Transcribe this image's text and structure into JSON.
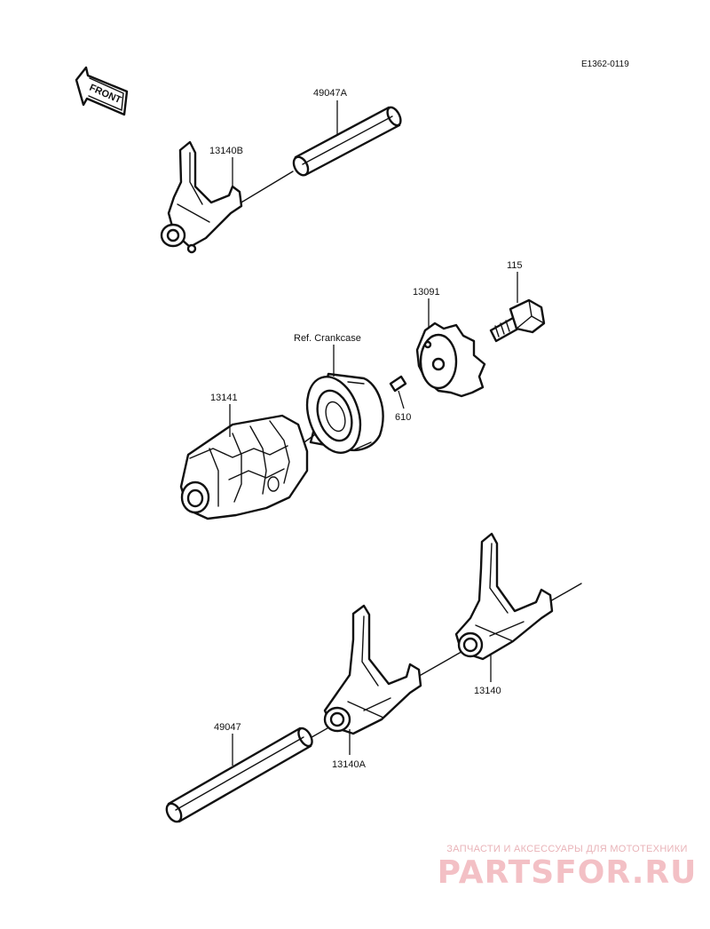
{
  "diagram": {
    "code": "E1362-0119",
    "front_arrow": "FRONT",
    "labels": {
      "p49047A": "49047A",
      "p13140B": "13140B",
      "p115": "115",
      "p13091": "13091",
      "p_ref_crankcase": "Ref. Crankcase",
      "p13141": "13141",
      "p610": "610",
      "p49047": "49047",
      "p13140": "13140",
      "p13140A": "13140A"
    }
  },
  "watermark": {
    "tagline": "ЗАПЧАСТИ И АКСЕССУАРЫ ДЛЯ МОТОТЕХНИКИ",
    "logo_text": "PARTSFOR.RU"
  }
}
